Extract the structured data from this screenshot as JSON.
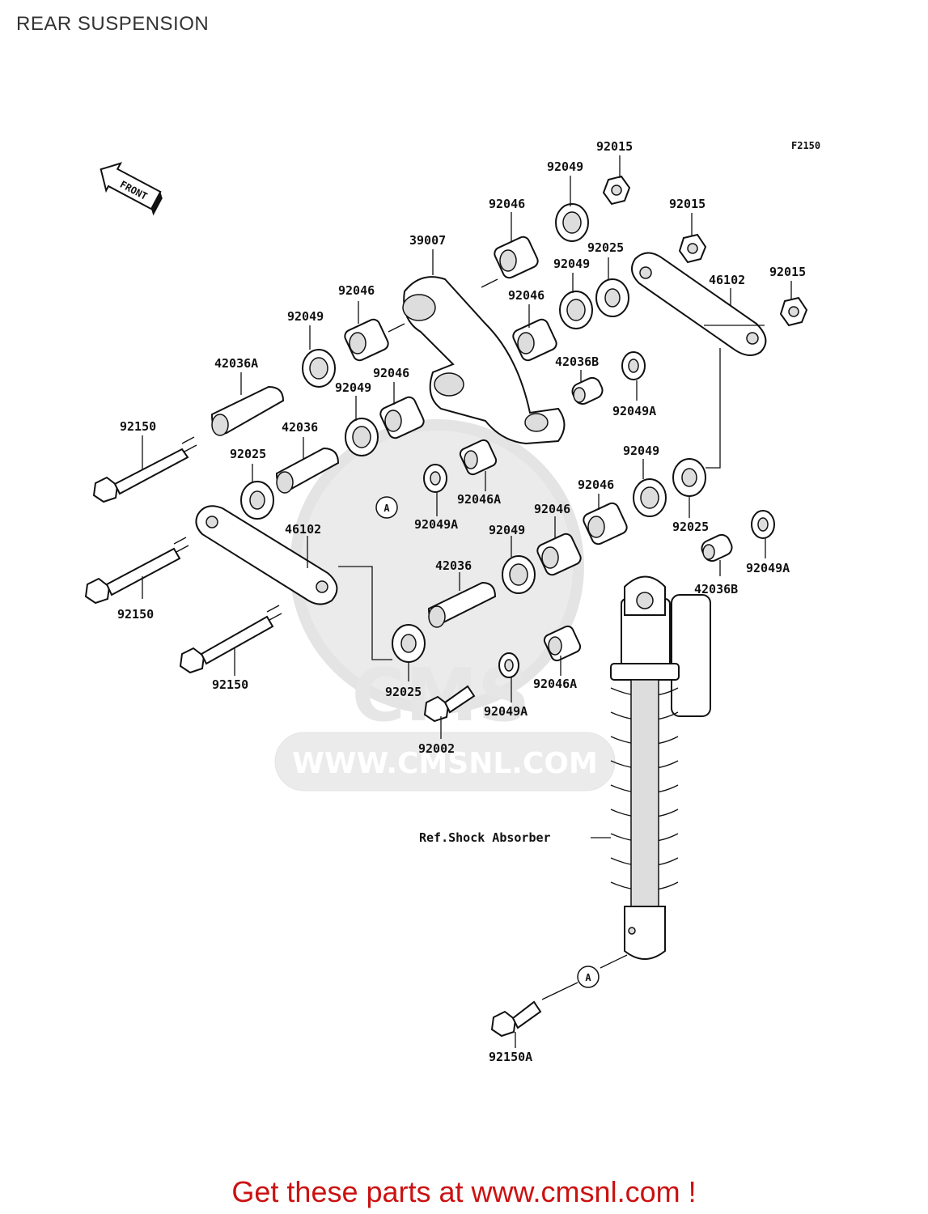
{
  "title": "REAR SUSPENSION",
  "figure_code": "F2150",
  "front_label": "FRONT",
  "watermark": {
    "text": "WWW.CMSNL.COM",
    "logo_text": "CMS"
  },
  "part_labels": {
    "p39007": "39007",
    "p46102_top": "46102",
    "p46102_left": "46102",
    "p92015_a": "92015",
    "p92015_b": "92015",
    "p92015_c": "92015",
    "p92049_a": "92049",
    "p92049_b": "92049",
    "p92049_c": "92049",
    "p92049_d": "92049",
    "p92049_e": "92049",
    "p92049_f": "92049",
    "p92046_a": "92046",
    "p92046_b": "92046",
    "p92046_c": "92046",
    "p92046_d": "92046",
    "p92046_e": "92046",
    "p92046_f": "92046",
    "p92025_a": "92025",
    "p92025_b": "92025",
    "p92025_c": "92025",
    "p92025_d": "92025",
    "p42036A": "42036A",
    "p42036B_a": "42036B",
    "p42036B_b": "42036B",
    "p42036_a": "42036",
    "p42036_b": "42036",
    "p92049A_a": "92049A",
    "p92049A_b": "92049A",
    "p92049A_c": "92049A",
    "p92049A_d": "92049A",
    "p92046A_a": "92046A",
    "p92046A_b": "92046A",
    "p92150_a": "92150",
    "p92150_b": "92150",
    "p92150_c": "92150",
    "p92150A": "92150A",
    "p92002": "92002",
    "ref_shock": "Ref.Shock Absorber",
    "callout_a1": "A",
    "callout_a2": "A"
  },
  "footer": "Get these parts at www.cmsnl.com !"
}
